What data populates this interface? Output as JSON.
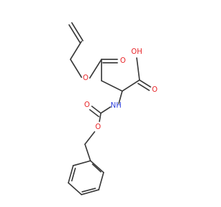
{
  "colors": {
    "bond": "#3a3a3a",
    "oxygen": "#e8272a",
    "nitrogen": "#3344dd",
    "background": "#ffffff"
  },
  "atoms": {
    "ester_o": "O",
    "ester_carbonyl_o": "O",
    "acid_oh": "OH",
    "acid_carbonyl_o": "O",
    "amine_nh": "NH",
    "carbamate_carbonyl_o": "O",
    "carbamate_ether_o": "O"
  }
}
